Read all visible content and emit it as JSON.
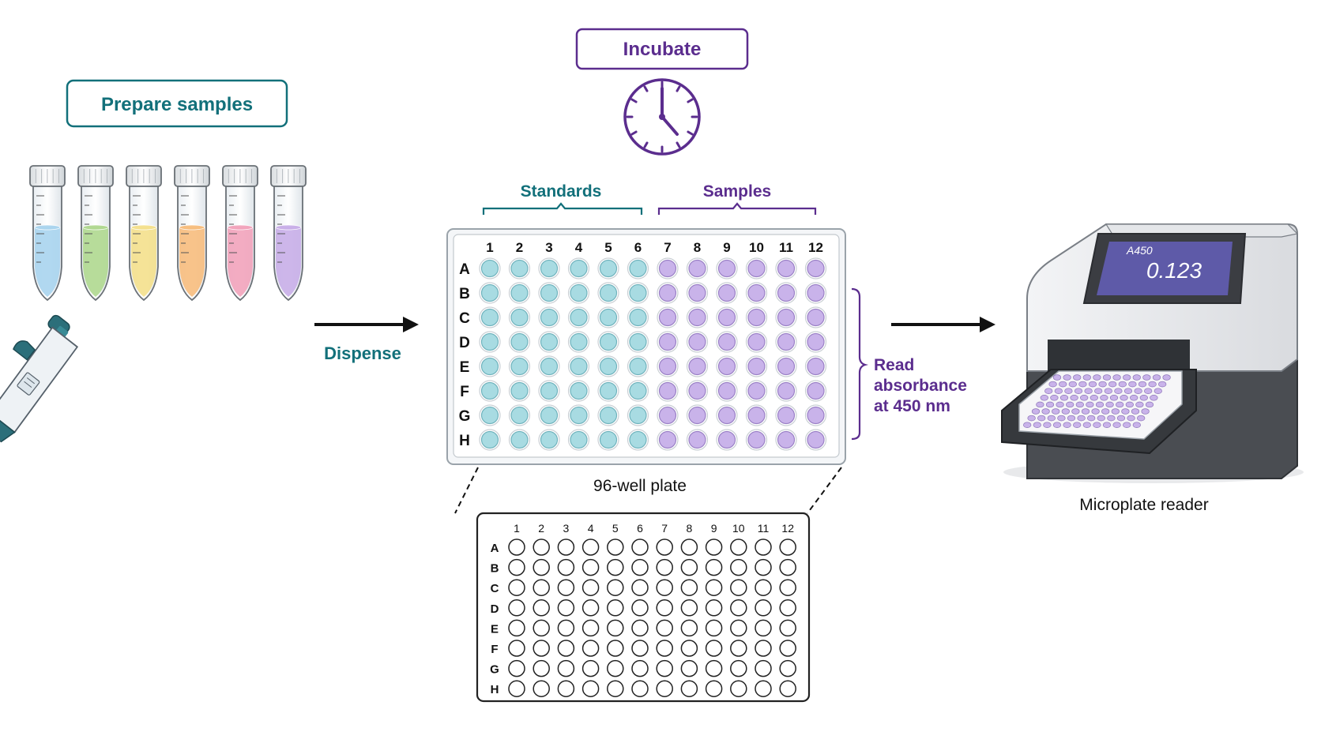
{
  "colors": {
    "teal": "#12707a",
    "purple": "#5b2d8e",
    "arrow": "#111111",
    "tube_liquids": [
      "#a9d4ee",
      "#afd88f",
      "#f4e08c",
      "#f7bd7d",
      "#f2a3bb",
      "#c8aee8"
    ],
    "std_well": "#a8dbe2",
    "sample_well": "#c9b3ea",
    "screen": "#5e5aa8"
  },
  "steps": {
    "prepare": "Prepare samples",
    "incubate": "Incubate",
    "dispense": "Dispense",
    "read": [
      "Read",
      "absorbance",
      "at 450 nm"
    ]
  },
  "plate": {
    "columns": [
      "1",
      "2",
      "3",
      "4",
      "5",
      "6",
      "7",
      "8",
      "9",
      "10",
      "11",
      "12"
    ],
    "rows": [
      "A",
      "B",
      "C",
      "D",
      "E",
      "F",
      "G",
      "H"
    ],
    "standards_label": "Standards",
    "samples_label": "Samples",
    "standards_columns": 6,
    "caption": "96-well plate"
  },
  "reader": {
    "screen_label": "A450",
    "screen_value": "0.123",
    "caption": "Microplate reader"
  },
  "icons": [
    "sample-tube-icon",
    "pipette-icon",
    "clock-icon",
    "arrow-right-icon",
    "microplate-reader-icon"
  ]
}
